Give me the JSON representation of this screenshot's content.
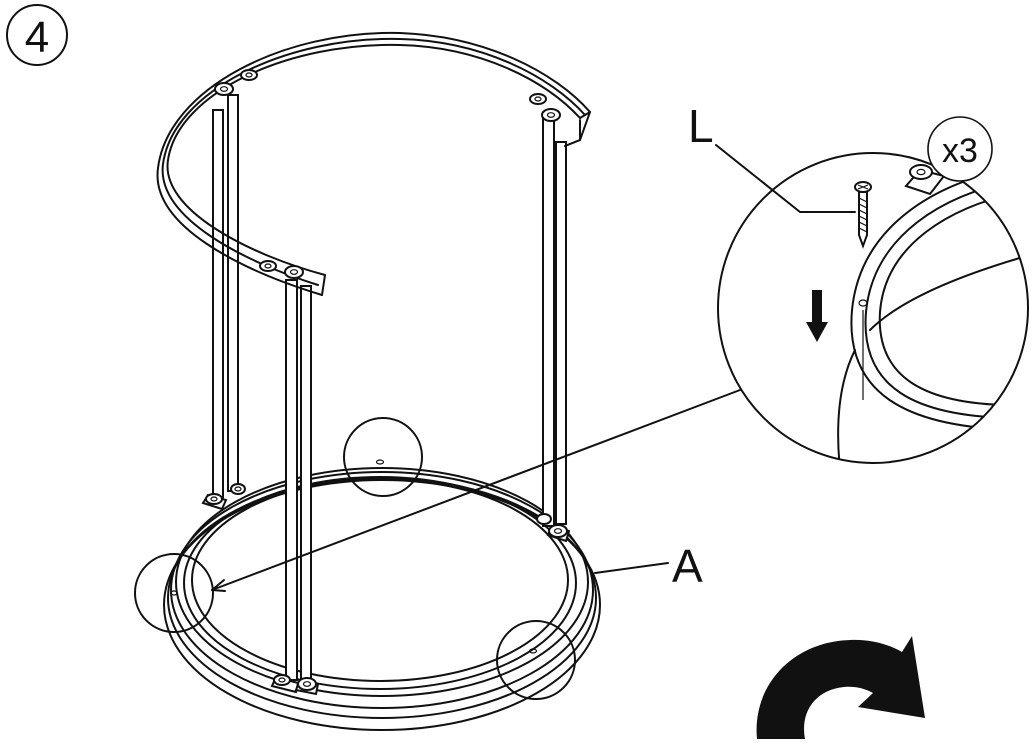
{
  "step": {
    "number": "4"
  },
  "labels": {
    "screw_part": "L",
    "base_part": "A",
    "quantity": "x3"
  },
  "icons": {
    "rotate": "rotate-clockwise-arrow-icon",
    "down": "down-arrow-icon",
    "screw": "screw-icon"
  },
  "colors": {
    "line": "#111111",
    "background": "#ffffff"
  }
}
